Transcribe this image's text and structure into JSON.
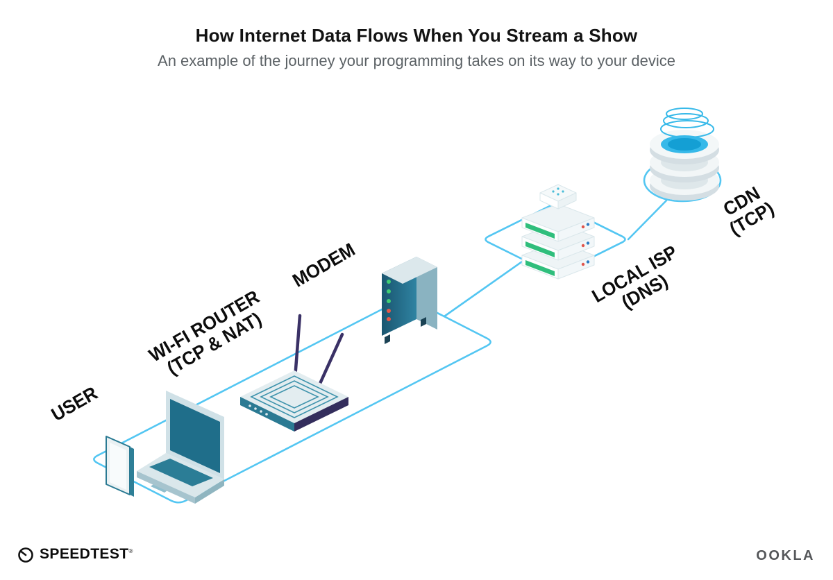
{
  "header": {
    "title": "How Internet Data Flows When You Stream a Show",
    "subtitle": "An example of the journey your programming takes on its way to your device"
  },
  "nodes": [
    {
      "id": "user",
      "label": "USER"
    },
    {
      "id": "wifi-router",
      "label": "WI-FI ROUTER",
      "sublabel": "(TCP & NAT)"
    },
    {
      "id": "modem",
      "label": "MODEM"
    },
    {
      "id": "local-isp",
      "label": "LOCAL ISP",
      "sublabel": "(DNS)"
    },
    {
      "id": "cdn",
      "label": "CDN",
      "sublabel": "(TCP)"
    }
  ],
  "footer": {
    "speedtest": "SPEEDTEST",
    "registered_mark": "®",
    "ookla": "OOKLA"
  },
  "icons": {
    "speedtest_gauge": "gauge-icon",
    "user": "phone-and-laptop-icon",
    "wifi_router": "router-icon",
    "modem": "modem-tower-icon",
    "local_isp": "server-rack-icon",
    "cdn": "database-stack-icon"
  },
  "colors": {
    "path_cyan": "#53C6F2",
    "device_teal": "#2B7A93",
    "device_teal_dark": "#1A5670",
    "device_light": "#DCE8EC",
    "antenna_navy": "#3A3166",
    "server_green": "#2FBE7C",
    "led_green": "#3FCF73",
    "led_red": "#E85747",
    "dot_red": "#E0544B",
    "dot_blue": "#2D7DC4",
    "cdn_blue": "#36B9E9",
    "title_black": "#131313",
    "subtitle_gray": "#5B6165",
    "ookla_gray": "#55575A"
  }
}
